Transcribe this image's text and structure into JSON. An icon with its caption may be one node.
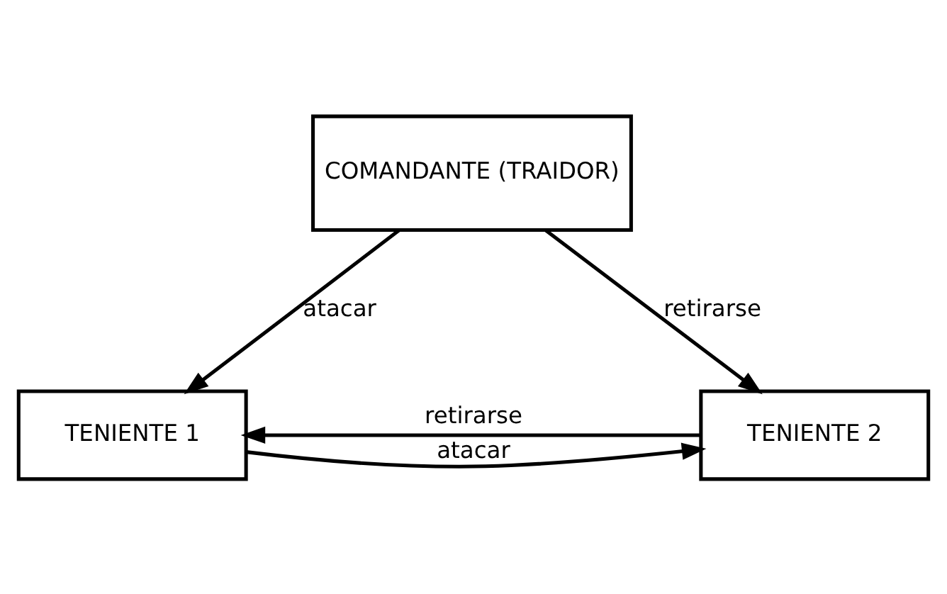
{
  "diagram": {
    "nodes": [
      {
        "text": [
          "COMANDANTE (TRAIDOR)"
        ]
      },
      {
        "text": [
          "TENIENTE 1"
        ]
      },
      {
        "text": [
          "TENIENTE 2"
        ]
      }
    ],
    "edges": [
      {
        "from": 0,
        "to": 1,
        "arrow": "to",
        "label": "atacar"
      },
      {
        "from": 0,
        "to": 2,
        "arrow": "to",
        "label": "retirarse"
      },
      {
        "from": 1,
        "to": 2,
        "arrow": "to",
        "label": "atacar"
      },
      {
        "from": 2,
        "to": 1,
        "arrow": "to",
        "label": "retirarse"
      }
    ]
  }
}
